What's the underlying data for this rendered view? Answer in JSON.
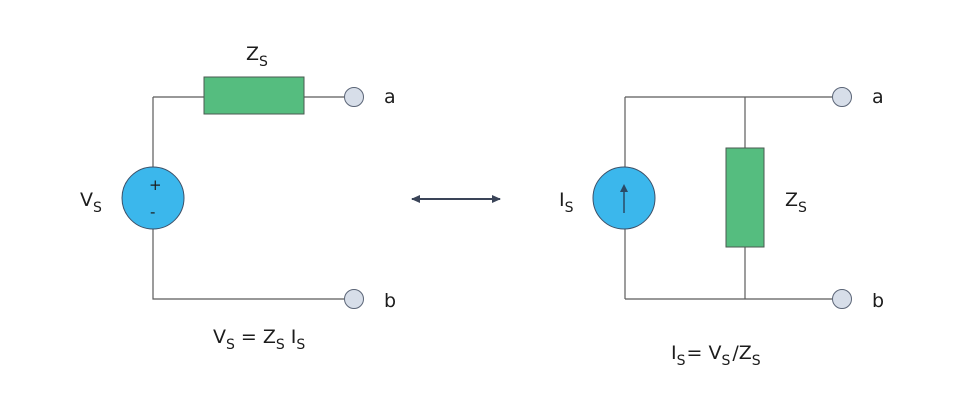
{
  "colors": {
    "impedance": "#55bd7f",
    "source": "#3bb7ec",
    "terminal": "#d7dee9",
    "arrow": "#3a4458",
    "wire": "#5b5b5b"
  },
  "left_circuit": {
    "impedance": {
      "main": "Z",
      "sub": "S"
    },
    "source": {
      "main": "V",
      "sub": "S",
      "plus": "+",
      "minus": "-"
    },
    "terminal_a": "a",
    "terminal_b": "b",
    "equation": {
      "lhs": "V",
      "lhs_sub": "S",
      "eq": "= Z",
      "eq_sub": "S",
      "rhs": "I",
      "rhs_sub": "S"
    }
  },
  "right_circuit": {
    "source": {
      "main": "I",
      "sub": "S"
    },
    "impedance": {
      "main": "Z",
      "sub": "S"
    },
    "terminal_a": "a",
    "terminal_b": "b",
    "equation": {
      "lhs": "I",
      "lhs_sub": "S",
      "eq": "= V",
      "eq_sub": "S",
      "div": "/Z",
      "div_sub": "S"
    }
  },
  "equivalence_arrow": "double-headed-arrow"
}
